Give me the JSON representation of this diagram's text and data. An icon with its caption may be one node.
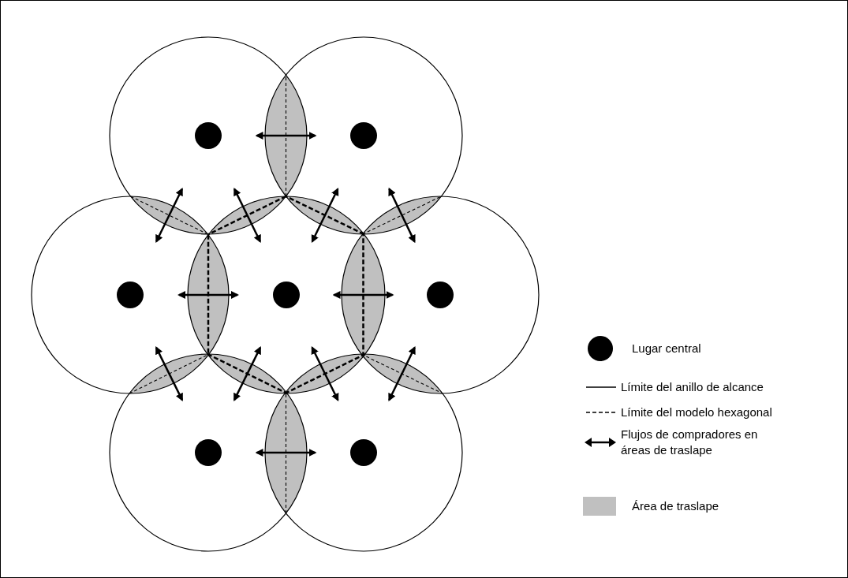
{
  "diagram": {
    "legend": [
      {
        "text": "Lugar central"
      },
      {
        "text": "Límite del anillo de alcance"
      },
      {
        "text": "Límite del modelo hexagonal"
      },
      {
        "text": "Flujos de compradores en áreas de traslape"
      },
      {
        "text": "Área de traslape",
        "color": "#c0c0c0"
      }
    ]
  }
}
